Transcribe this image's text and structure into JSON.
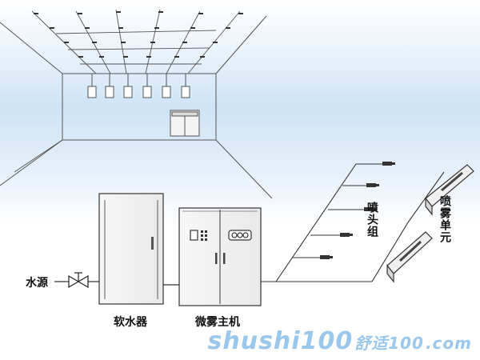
{
  "labels": {
    "water_source": "水源",
    "softener": "软水器",
    "main_unit": "微雾主机",
    "nozzle_group": "喷头组",
    "spray_unit": "喷雾单元"
  },
  "watermark": {
    "latin": "shushi100",
    "cn": "舒适100",
    "domain": ".com"
  },
  "colors": {
    "background_top": "#ffffff",
    "background_band": "#cfe3f5",
    "line": "#333333",
    "watermark": "#78b4e6"
  }
}
